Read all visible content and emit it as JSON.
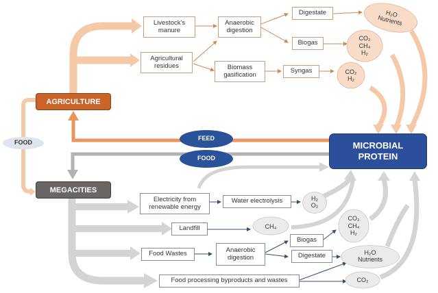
{
  "hubs": {
    "agriculture": "AGRICULTURE",
    "megacities": "MEGACITIES",
    "microbial_protein": "MICROBIAL\nPROTEIN"
  },
  "ellipses": {
    "food_left": "FOOD",
    "feed": "FEED",
    "food_center": "FOOD"
  },
  "agriculture_branch": {
    "livestock_manure": "Livestock's\nmanure",
    "agricultural_residues": "Agricultural\nresidues",
    "anaerobic_digestion": "Anaerobic\ndigestion",
    "biomass_gasification": "Biomass\ngasification",
    "digestate": "Digestate",
    "biogas": "Biogas",
    "syngas": "Syngas",
    "h2o_nutrients": "H₂O\nNutrients",
    "biogas_gases": "CO₂\nCH₄\nH₂",
    "syngas_gases": "CO₂\nH₂"
  },
  "megacities_branch": {
    "electricity": "Electricity from\nrenewable  energy",
    "water_electrolysis": "Water electrolysis",
    "h2_o2": "H₂\nO₂",
    "landfill": "Landfill",
    "ch4": "CH₄",
    "food_wastes": "Food Wastes",
    "anaerobic_digestion": "Anaerobic\ndigestion",
    "biogas": "Biogas",
    "digestate": "Digestate",
    "biogas_gases": "CO₂\nCH₄\nH₂",
    "h2o_nutrients": "H₂O\nNutrients",
    "food_processing": "Food processing byproducts and wastes",
    "co2": "CO₂"
  },
  "colors": {
    "agriculture": "#c8642a",
    "megacities": "#6a6664",
    "microbial_protein": "#2b4f9a",
    "ellipse_blue": "#2a5298",
    "orange_arrow": "#f4c9a8",
    "orange_line": "#e8955e",
    "grey_arrow": "#d4d4d4"
  }
}
